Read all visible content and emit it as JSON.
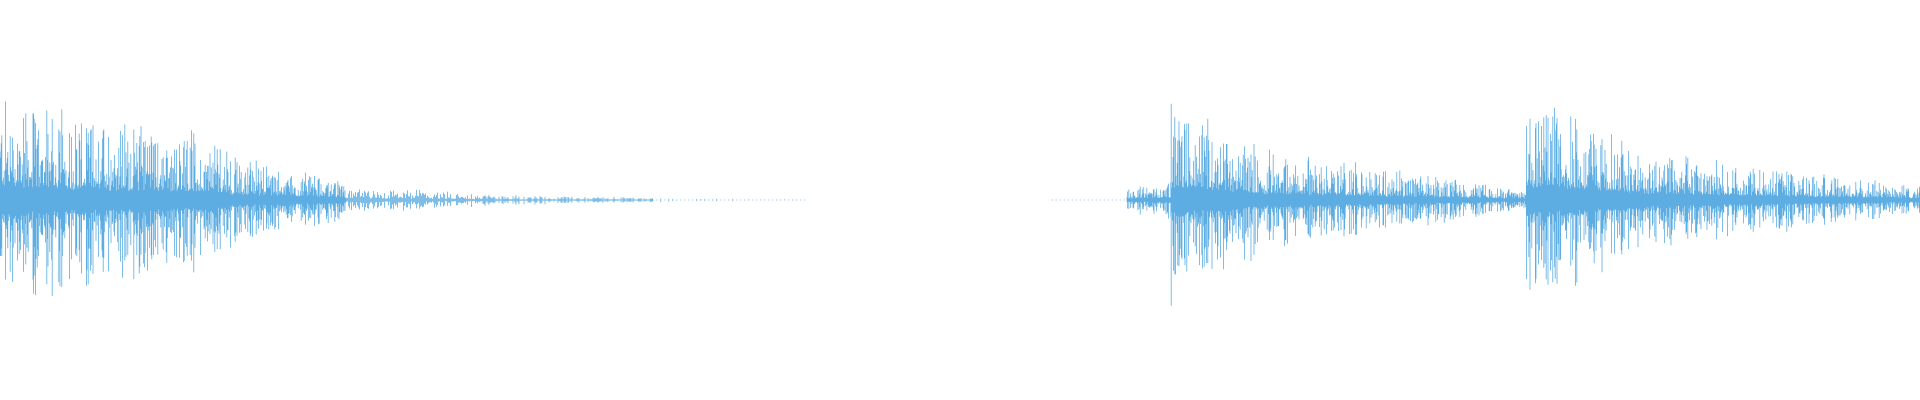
{
  "waveform": {
    "color": "#5dade2",
    "background": "#ffffff",
    "segments": [
      {
        "start": 0.0,
        "end": 0.12,
        "amp_start": 0.95,
        "amp_end": 0.55,
        "density": "dense"
      },
      {
        "start": 0.12,
        "end": 0.18,
        "amp_start": 0.4,
        "amp_end": 0.18,
        "density": "dense"
      },
      {
        "start": 0.18,
        "end": 0.25,
        "amp_start": 0.12,
        "amp_end": 0.06,
        "density": "medium"
      },
      {
        "start": 0.25,
        "end": 0.34,
        "amp_start": 0.05,
        "amp_end": 0.02,
        "density": "medium"
      },
      {
        "start": 0.34,
        "end": 0.42,
        "amp_start": 0.02,
        "amp_end": 0.005,
        "density": "sparse"
      },
      {
        "start": 0.42,
        "end": 0.548,
        "amp_start": 0.0,
        "amp_end": 0.0,
        "density": "silent"
      },
      {
        "start": 0.548,
        "end": 0.587,
        "amp_start": 0.004,
        "amp_end": 0.006,
        "density": "sparse"
      },
      {
        "start": 0.587,
        "end": 0.61,
        "amp_start": 0.1,
        "amp_end": 0.18,
        "density": "dense"
      },
      {
        "start": 0.61,
        "end": 0.66,
        "amp_start": 0.95,
        "amp_end": 0.45,
        "density": "dense"
      },
      {
        "start": 0.66,
        "end": 0.795,
        "amp_start": 0.45,
        "amp_end": 0.08,
        "density": "dense"
      },
      {
        "start": 0.795,
        "end": 0.85,
        "amp_start": 1.0,
        "amp_end": 0.55,
        "density": "dense"
      },
      {
        "start": 0.85,
        "end": 1.0,
        "amp_start": 0.45,
        "amp_end": 0.12,
        "density": "dense"
      }
    ]
  }
}
